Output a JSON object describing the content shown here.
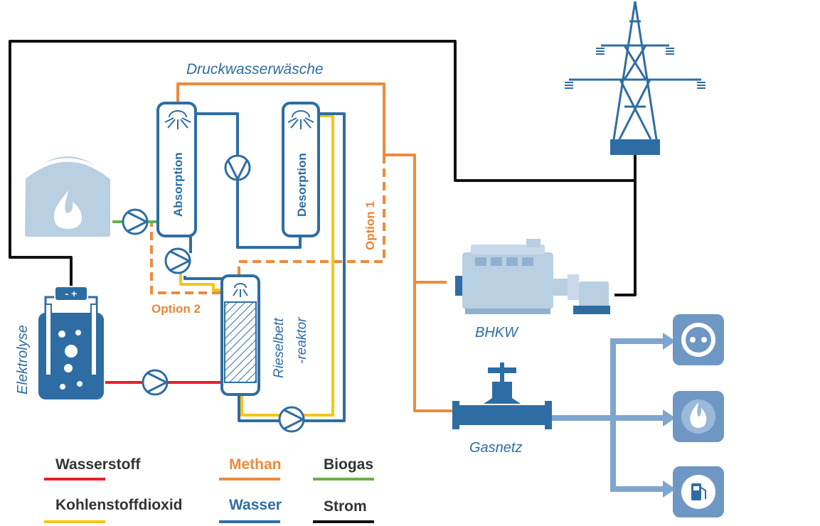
{
  "colors": {
    "hydrogen": "#e8202a",
    "methane": "#ef8a3c",
    "biogas": "#6ab04c",
    "co2": "#f5c518",
    "water": "#2e6da4",
    "power": "#111111",
    "icon_light": "#b9cfe2",
    "icon_dark": "#2e6da4",
    "outlet_bg": "#6f97c4"
  },
  "labels": {
    "druckwasserwaesche": "Druckwasserwäsche",
    "absorption": "Absorption",
    "desorption": "Desorption",
    "option1": "Option 1",
    "option2": "Option 2",
    "rieselbett_1": "Rieselbett",
    "rieselbett_2": "-reaktor",
    "elektrolyse": "Elektrolyse",
    "bhkw": "BHKW",
    "gasnetz": "Gasnetz",
    "electrolyzer_terminals": "- +"
  },
  "legend": {
    "wasserstoff": "Wasserstoff",
    "kohlenstoffdioxid": "Kohlenstoffdioxid",
    "methan": "Methan",
    "wasser": "Wasser",
    "biogas": "Biogas",
    "strom": "Strom"
  },
  "icons": {
    "biogas_plant": "biogas-tank-icon",
    "power_tower": "power-pylon-icon",
    "chp": "chp-engine-icon",
    "valve": "gas-grid-valve-icon",
    "socket": "power-socket-icon",
    "flame": "flame-icon",
    "fuel": "fuel-pump-icon",
    "pump": "pump-icon"
  }
}
